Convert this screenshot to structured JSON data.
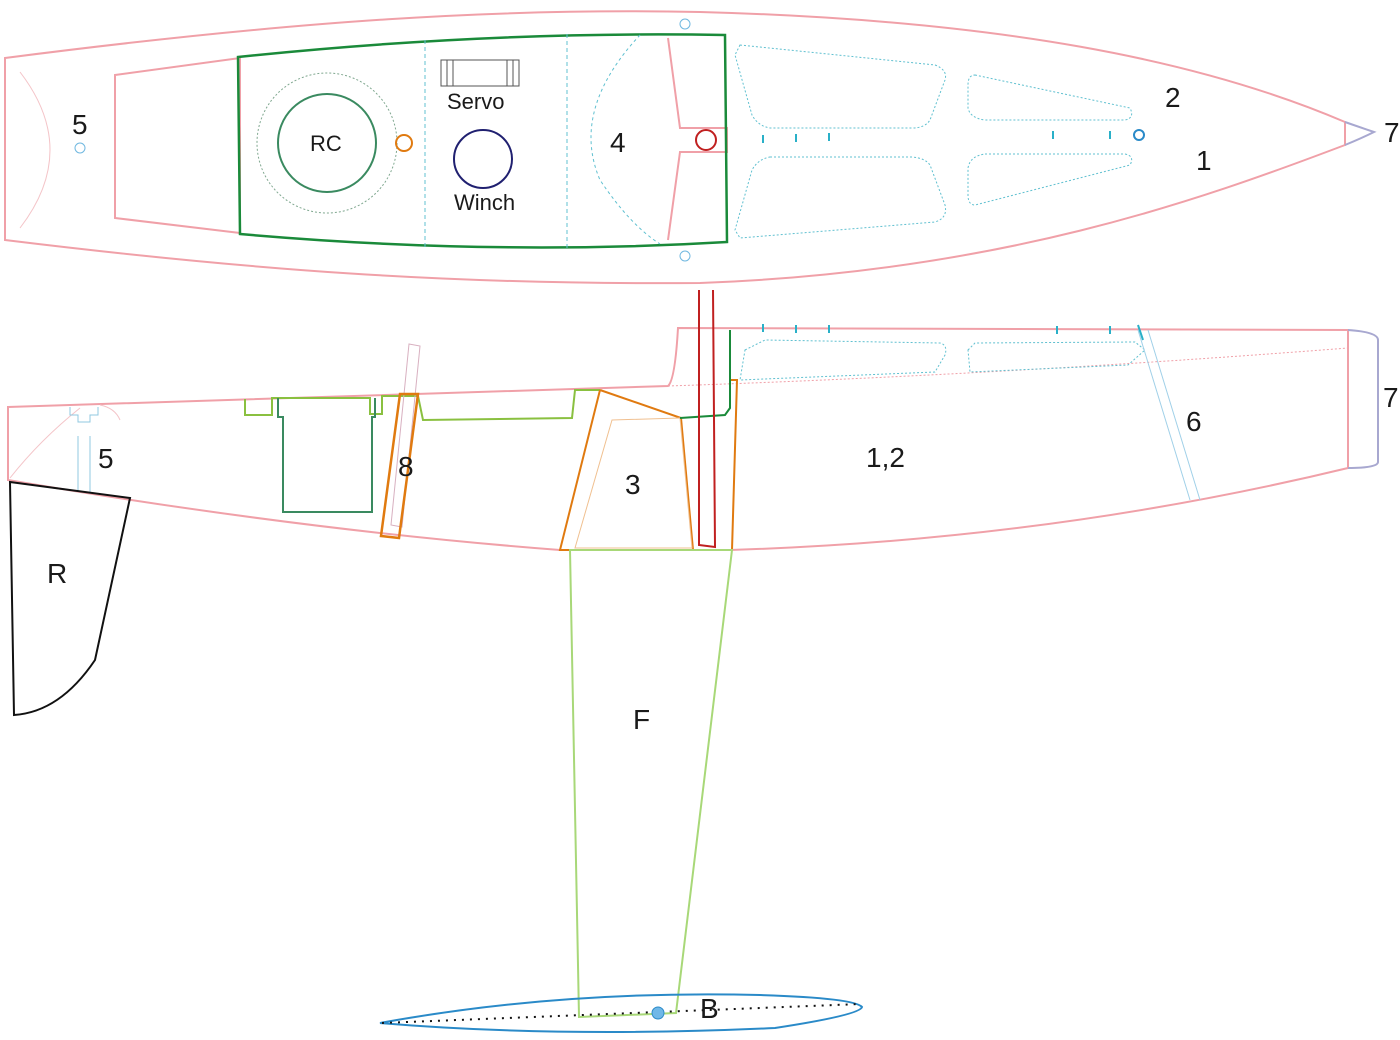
{
  "top_view": {
    "part_5": "5",
    "part_2": "2",
    "part_1": "1",
    "part_7": "7",
    "part_4": "4",
    "rc": "RC",
    "servo": "Servo",
    "winch": "Winch"
  },
  "side_view": {
    "part_5": "5",
    "part_8": "8",
    "part_3": "3",
    "part_12": "1,2",
    "part_6": "6",
    "part_7": "7",
    "rudder": "R",
    "fin": "F",
    "bulb": "B"
  },
  "colors": {
    "hull": "#f0a0a8",
    "deck_hatch": "#1a8a3a",
    "rc_ring": "#3a8a60",
    "winch": "#202070",
    "mast_tube": "#c02020",
    "keel_box": "#e07a10",
    "fin": "#a8d878",
    "bulb": "#2a8ac8",
    "rudder": "#111111",
    "transom": "#a8a8d0",
    "guides": "#60c0d0"
  }
}
